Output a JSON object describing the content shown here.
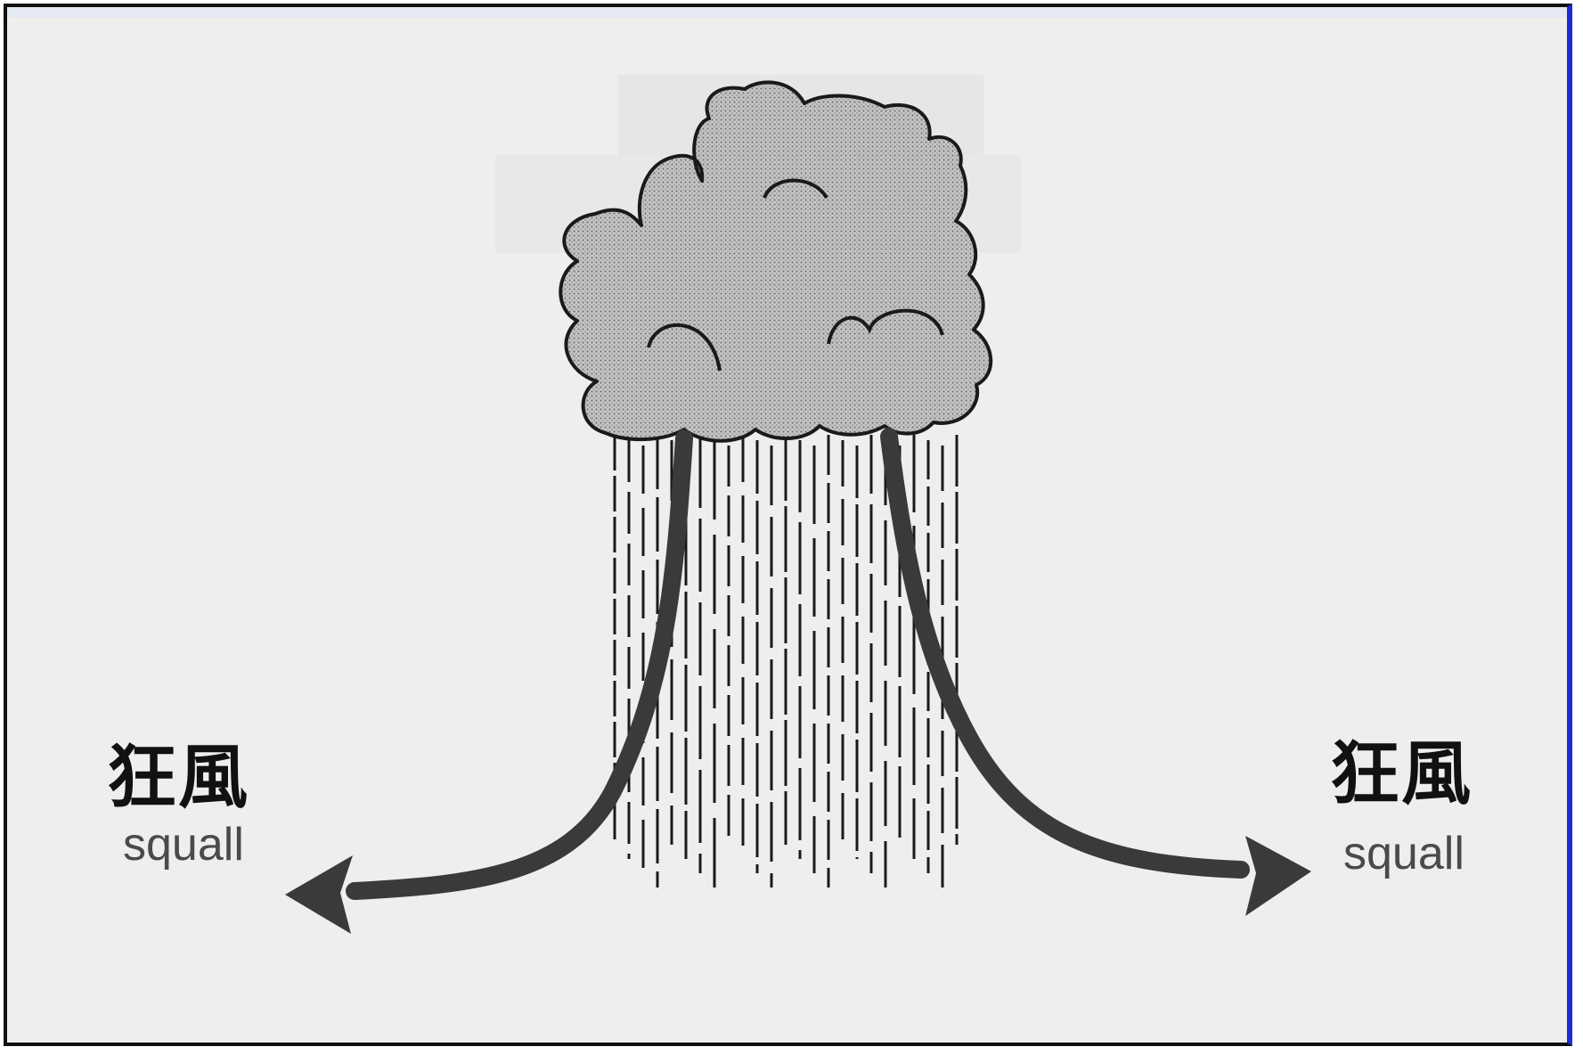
{
  "labels": {
    "left": {
      "name_cn": "狂風",
      "name_en": "squall"
    },
    "right": {
      "name_cn": "狂風",
      "name_en": "squall"
    }
  },
  "colors": {
    "background": "#eeeeec",
    "cloud_fill": "#b9b9b9",
    "outline": "#1a1a1a",
    "arrow": "#3a3a3a",
    "label_cn": "#111111",
    "label_en": "#4a4a4a",
    "frame_right_edge": "#1c2bd8"
  },
  "icons": {
    "cloud": "cumulonimbus-cloud-icon",
    "rain": "rain-shaft",
    "arrows": "downdraft-outflow-arrows"
  }
}
